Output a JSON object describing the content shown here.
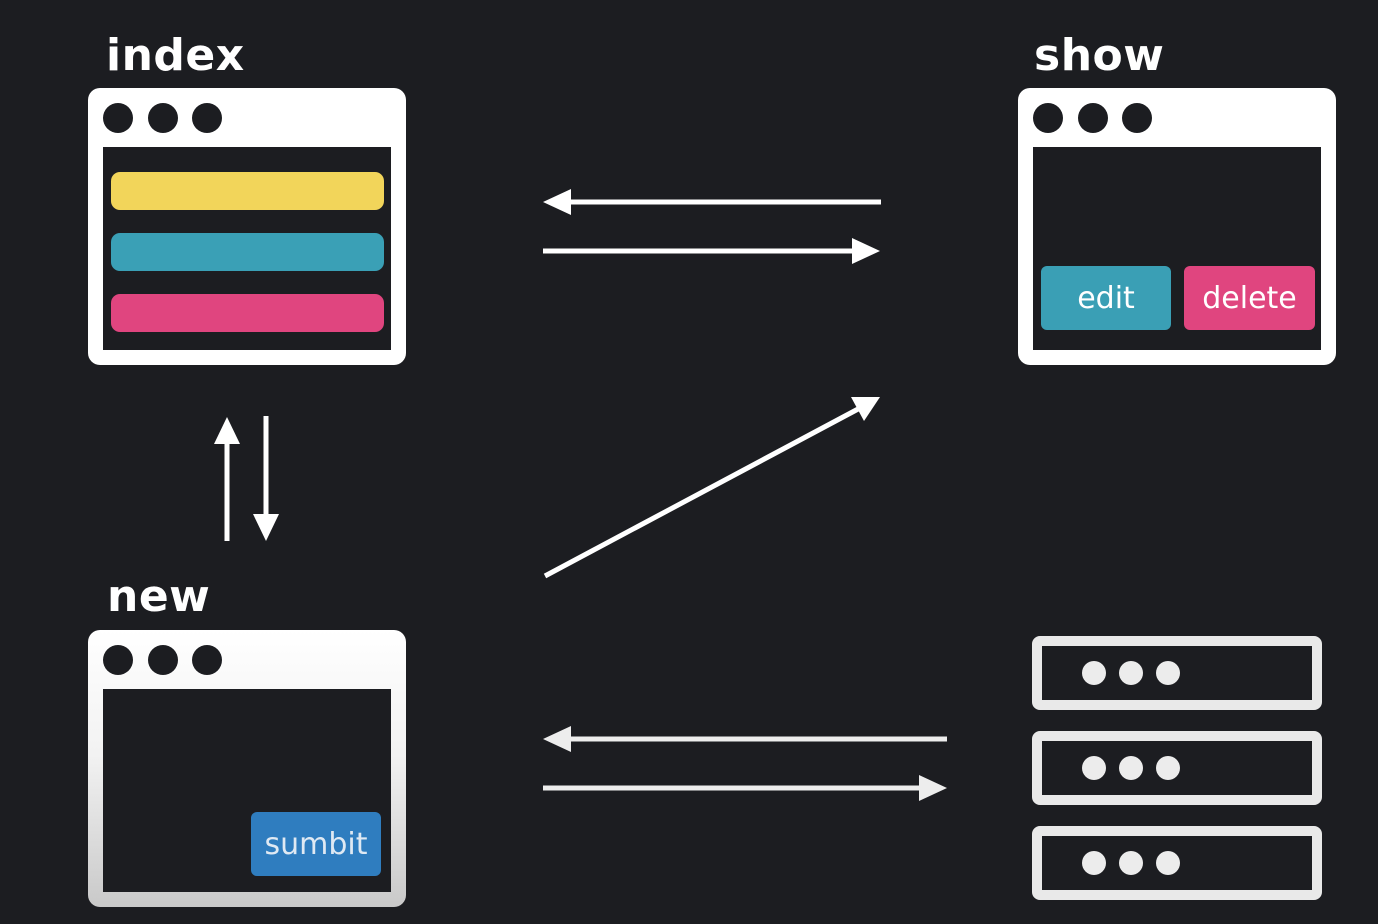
{
  "labels": {
    "index": "index",
    "show": "show",
    "new": "new"
  },
  "buttons": {
    "edit": "edit",
    "delete": "delete",
    "submit": "sumbit"
  },
  "colors": {
    "background": "#1c1d21",
    "yellow_bar": "#f2d55a",
    "teal_bar": "#3aa0b6",
    "pink_bar": "#e0457f",
    "edit_button": "#3a9fb5",
    "delete_button": "#e0457f",
    "submit_button": "#2f7dbf"
  }
}
